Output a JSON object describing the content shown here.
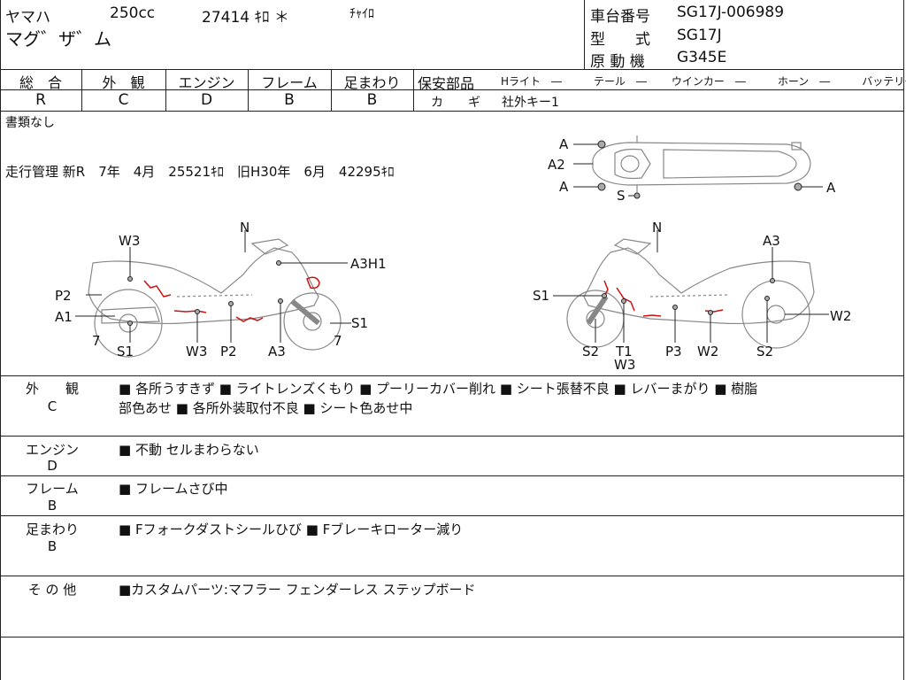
{
  "header": {
    "maker": "ヤマハ",
    "cc": "250cc",
    "mileage": "27414 ｷﾛ ＊",
    "color": "ﾁｬｲﾛ",
    "model_name": "マグ゛ザ゛ム",
    "chassis_label": "車台番号",
    "chassis_value": "SG17J-006989",
    "type_label": "型　　式",
    "type_value": "SG17J",
    "engine_label": "原 動 機",
    "engine_value": "G345E"
  },
  "grades": [
    {
      "label": "総　合",
      "value": "R"
    },
    {
      "label": "外　観",
      "value": "C"
    },
    {
      "label": "エンジン",
      "value": "D"
    },
    {
      "label": "フレーム",
      "value": "B"
    },
    {
      "label": "足まわり",
      "value": "B"
    }
  ],
  "safety": {
    "label": "保安部品",
    "items": "Hライト　―　　　テール　―　　 ウインカー　―　　　ホーン　―　　　バッテリー ×",
    "key_label": "カ　　ギ",
    "key_value": "社外キー1"
  },
  "notes": {
    "docs": "書類なし",
    "mileage_history": "走行管理 新R　7年　4月　25521ｷﾛ　旧H30年　6月　42295ｷﾛ"
  },
  "diagram_labels": {
    "top": [
      "A",
      "A2",
      "A",
      "S",
      "A"
    ],
    "left": [
      "W3",
      "N",
      "A3H1",
      "P2",
      "A1",
      "S1",
      "7",
      "7",
      "S1",
      "W3",
      "P2",
      "A3"
    ],
    "right": [
      "N",
      "A3",
      "S1",
      "W2",
      "S2",
      "T1",
      "W3",
      "P3",
      "W2",
      "S2"
    ]
  },
  "details": [
    {
      "label": "外　　観",
      "grade": "C",
      "text1": "■ 各所うすきず ■ ライトレンズくもり ■ プーリーカバー削れ ■ シート張替不良 ■ レバーまがり ■ 樹脂",
      "text2": "部色あせ ■ 各所外装取付不良 ■ シート色あせ中"
    },
    {
      "label": "エンジン",
      "grade": "D",
      "text1": "■ 不動 セルまわらない"
    },
    {
      "label": "フレーム",
      "grade": "B",
      "text1": "■ フレームさび中"
    },
    {
      "label": "足まわり",
      "grade": "B",
      "text1": "■ Fフォークダストシールひび ■ Fブレーキローター減り"
    },
    {
      "label": "そ の 他",
      "text1": "■カスタムパーツ:マフラー フェンダーレス ステップボード"
    }
  ],
  "colors": {
    "line": "#222222",
    "damage": "#cc1111",
    "sketch": "#888888"
  }
}
